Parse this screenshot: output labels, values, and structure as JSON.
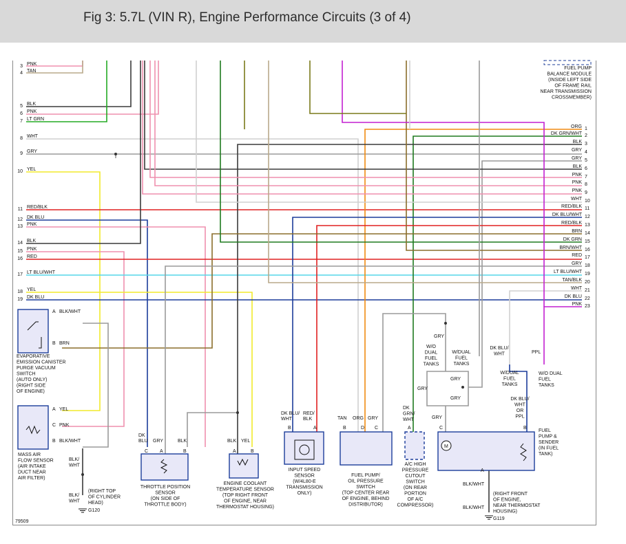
{
  "title": "Fig 3: 5.7L (VIN R), Engine Performance Circuits (3 of 4)",
  "figure_number": "79509",
  "colors": {
    "BLK": "#3a3a3a",
    "PNK": "#ef8fae",
    "TAN": "#b9a98a",
    "GRN": "#22aa22",
    "WHT": "#d0d0d0",
    "GRY": "#9a9a9a",
    "YEL": "#f2ea2a",
    "RED": "#e02020",
    "BLU": "#1b3c9a",
    "LTBLU": "#55d6e8",
    "BRN": "#8a6d2a",
    "DKGRN": "#1e7a1e",
    "ORG": "#f08a10",
    "PPL": "#c21fd1",
    "OLV": "#7a7a1a"
  },
  "left_connector": [
    {
      "pin": "3",
      "label": "PNK"
    },
    {
      "pin": "4",
      "label": "TAN"
    },
    {
      "pin": "5",
      "label": "BLK"
    },
    {
      "pin": "6",
      "label": "PNK"
    },
    {
      "pin": "7",
      "label": "LT GRN"
    },
    {
      "pin": "8",
      "label": "WHT"
    },
    {
      "pin": "9",
      "label": "GRY"
    },
    {
      "pin": "10",
      "label": "YEL"
    },
    {
      "pin": "11",
      "label": "RED/BLK"
    },
    {
      "pin": "12",
      "label": "DK BLU"
    },
    {
      "pin": "13",
      "label": "PNK"
    },
    {
      "pin": "14",
      "label": "BLK"
    },
    {
      "pin": "15",
      "label": "PNK"
    },
    {
      "pin": "16",
      "label": "RED"
    },
    {
      "pin": "17",
      "label": "LT BLU/WHT"
    },
    {
      "pin": "18",
      "label": "YEL"
    },
    {
      "pin": "19",
      "label": "DK BLU"
    }
  ],
  "right_connector": [
    {
      "pin": "1",
      "label": "ORG"
    },
    {
      "pin": "2",
      "label": "DK GRN/WHT"
    },
    {
      "pin": "3",
      "label": "BLK"
    },
    {
      "pin": "4",
      "label": "GRY"
    },
    {
      "pin": "5",
      "label": "GRY"
    },
    {
      "pin": "6",
      "label": "BLK"
    },
    {
      "pin": "7",
      "label": "PNK"
    },
    {
      "pin": "8",
      "label": "PNK"
    },
    {
      "pin": "9",
      "label": "PNK"
    },
    {
      "pin": "10",
      "label": "WHT"
    },
    {
      "pin": "11",
      "label": "RED/BLK"
    },
    {
      "pin": "12",
      "label": "DK BLU/WHT"
    },
    {
      "pin": "13",
      "label": "RED/BLK"
    },
    {
      "pin": "14",
      "label": "BRN"
    },
    {
      "pin": "15",
      "label": "DK GRN"
    },
    {
      "pin": "16",
      "label": "BRN/WHT"
    },
    {
      "pin": "17",
      "label": "RED"
    },
    {
      "pin": "18",
      "label": "GRY"
    },
    {
      "pin": "19",
      "label": "LT BLU/WHT"
    },
    {
      "pin": "20",
      "label": "TAN/BLK"
    },
    {
      "pin": "21",
      "label": "WHT"
    },
    {
      "pin": "22",
      "label": "DK BLU"
    },
    {
      "pin": "23",
      "label": "PNK"
    }
  ],
  "fuel_pump_balance": [
    "FUEL PUMP",
    "BALANCE MODULE",
    "(INSIDE LEFT SIDE",
    "OF FRAME RAIL",
    "NEAR TRANSMISSION",
    "CROSSMEMBER)"
  ],
  "evap": {
    "pin_a": "A",
    "wire_a": "BLK/WHT",
    "pin_b": "B",
    "wire_b": "BRN",
    "caption": [
      "EVAPORATIVE",
      "EMISSION CANISTER",
      "PURGE VACUUM",
      "SWITCH",
      "(AUTO ONLY)",
      "(RIGHT SIDE",
      "OF ENGINE)"
    ]
  },
  "maf": {
    "pin_a": "A",
    "wire_a": "YEL",
    "pin_c": "C",
    "wire_c": "PNK",
    "pin_b": "B",
    "wire_b": "BLK/WHT",
    "caption": [
      "MASS AIR",
      "FLOW SENSOR",
      "(AIR INTAKE",
      "DUCT NEAR",
      "AIR FILTER)"
    ],
    "ground_wire_1": [
      "BLK/",
      "WHT"
    ],
    "ground_wire_2": [
      "BLK/",
      "WHT"
    ],
    "ground_note": [
      "(RIGHT TOP",
      "OF CYLINDER",
      "HEAD)"
    ],
    "ground_id": "G120"
  },
  "tps": {
    "wires": [
      "DK",
      "BLU",
      "GRY",
      "BLK"
    ],
    "pins": [
      "C",
      "A",
      "B"
    ],
    "caption": [
      "THROTTLE POSITION",
      "SENSOR",
      "(ON SIDE OF",
      "THROTTLE BODY)"
    ]
  },
  "ect": {
    "wires": [
      "BLK",
      "YEL"
    ],
    "pins": [
      "A",
      "B"
    ],
    "caption": [
      "ENGINE COOLANT",
      "TEMPERATURE SENSOR",
      "(TOP RIGHT FRONT",
      "OF ENGINE, NEAR",
      "THERMOSTAT HOUSING)"
    ]
  },
  "iss": {
    "wires": [
      "DK BLU/",
      "WHT",
      "RED/",
      "BLK"
    ],
    "pins": [
      "B",
      "A"
    ],
    "caption": [
      "INPUT SPEED",
      "SENSOR",
      "(W/4L80-E",
      "TRANSMISSION",
      "ONLY)"
    ]
  },
  "fuel_pump_switch": {
    "wires": [
      "TAN",
      "ORG",
      "GRY"
    ],
    "pins": [
      "B",
      "D",
      "C"
    ],
    "caption": [
      "FUEL PUMP/",
      "OIL PRESSURE",
      "SWITCH",
      "(TOP CENTER REAR",
      "OF ENGINE, BEHIND",
      "DISTRIBUTOR)"
    ]
  },
  "ac_switch": {
    "wires": [
      "DK",
      "GRN/",
      "WHT"
    ],
    "pins": [
      "A"
    ],
    "caption": [
      "A/C HIGH",
      "PRESSURE",
      "CUTOUT",
      "SWITCH",
      "(ON REAR",
      "PORTION",
      "OF A/C",
      "COMPRESSOR)"
    ]
  },
  "fuel_tank_option": {
    "gry_top": "GRY",
    "wo_dual": [
      "W/O",
      "DUAL",
      "FUEL",
      "TANKS"
    ],
    "w_dual": [
      "W/DUAL",
      "FUEL",
      "TANKS"
    ],
    "gry_left": "GRY",
    "gry_right1": "GRY",
    "gry_right2": "GRY",
    "gry_low": "GRY",
    "dkblu_wht": [
      "DK BLU/",
      "WHT"
    ],
    "ppl": "PPL",
    "w_dual_right": [
      "W/DUAL",
      "FUEL",
      "TANKS"
    ],
    "wo_dual_right": [
      "W/O DUAL",
      "FUEL",
      "TANKS"
    ],
    "or_label": [
      "DK BLU/",
      "WHT",
      "OR",
      "PPL"
    ]
  },
  "fuel_sender": {
    "pins": [
      "C",
      "B",
      "A"
    ],
    "caption": [
      "FUEL",
      "PUMP &",
      "SENDER",
      "(IN FUEL",
      "TANK)"
    ],
    "ground_wire_1": "BLK/WHT",
    "ground_wire_2": "BLK/WHT",
    "ground_note": [
      "(RIGHT FRONT",
      "OF ENGINE,",
      "NEAR THERMOSTAT",
      "HOUSING)"
    ],
    "ground_id": "G119"
  }
}
